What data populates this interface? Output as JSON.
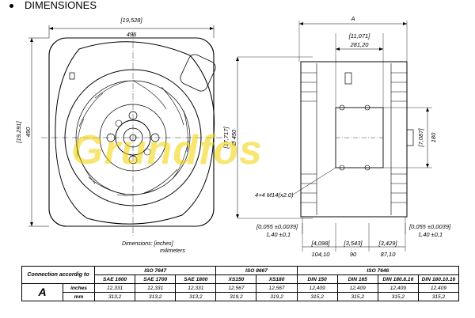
{
  "heading": "DIMENSIONES",
  "watermark": "Grundfos",
  "dimensions": {
    "width_in": "[19,528]",
    "width_mm": "496",
    "height_in": "[19,291]",
    "height_mm": "490",
    "dia_in": "[17,717]",
    "dia_mm": "450",
    "depth_label": "A",
    "depth_in": "[11,071]",
    "depth_mm": "281,20",
    "side_in": "[7,087]",
    "side_mm": "180",
    "thread": "4+4 M14(x2.0)",
    "tol_left_in": "[0,055 ±0,0039]",
    "tol_left_mm": "1,40 ±0,1",
    "tol_right_in": "[0,055 ±0,0039]",
    "tol_right_mm": "1,40 ±0,1",
    "b1_in": "[4,098]",
    "b1_mm": "104,10",
    "b2_in": "[3,543]",
    "b2_mm": "90",
    "b3_in": "[3,429]",
    "b3_mm": "87,10"
  },
  "units_note": {
    "line1": "Dimensions: [inches]",
    "line2": "milimeters"
  },
  "table": {
    "row_label": "Connection accordig to",
    "symbol": "A",
    "groups": [
      {
        "name": "ISO 7647",
        "span": 3
      },
      {
        "name": "ISO 8667",
        "span": 2
      },
      {
        "name": "ISO 7646",
        "span": 4
      }
    ],
    "columns": [
      "SAE 1600",
      "SAE 1700",
      "SAE 1800",
      "XS150",
      "XS180",
      "DIN 150",
      "DIN 165",
      "DIN 180.8.16",
      "DIN 180.10.16"
    ],
    "rows": [
      {
        "unit": "inches",
        "values": [
          "12,331",
          "12,331",
          "12,331",
          "12,567",
          "12,567",
          "12,409",
          "12,409",
          "12,409",
          "12,409"
        ]
      },
      {
        "unit": "mm",
        "values": [
          "313,2",
          "313,2",
          "313,2",
          "319,2",
          "319,2",
          "315,2",
          "315,2",
          "315,2",
          "315,2"
        ]
      }
    ]
  }
}
